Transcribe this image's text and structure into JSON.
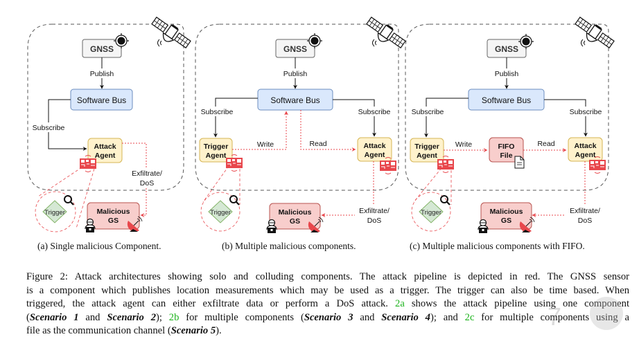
{
  "figure": {
    "panels": [
      {
        "id": "a",
        "gnss_label": "GNSS",
        "publish_label": "Publish",
        "bus_label": "Software Bus",
        "subscribe_left_label": "Subscribe",
        "attack_agent_label": [
          "Attack",
          "Agent"
        ],
        "exfil_label": [
          "Exfiltrate/",
          "DoS"
        ],
        "trigger_label": "Trigger",
        "gs_label": [
          "Malicious",
          "GS"
        ],
        "subcaption": "(a) Single malicious Component."
      },
      {
        "id": "b",
        "gnss_label": "GNSS",
        "publish_label": "Publish",
        "bus_label": "Software Bus",
        "subscribe_left_label": "Subscribe",
        "subscribe_right_label": "Subscribe",
        "trigger_agent_label": [
          "Trigger",
          "Agent"
        ],
        "attack_agent_label": [
          "Attack",
          "Agent"
        ],
        "write_label": "Write",
        "read_label": "Read",
        "exfil_label": [
          "Exfiltrate/",
          "DoS"
        ],
        "trigger_label": "Trigger",
        "gs_label": [
          "Malicious",
          "GS"
        ],
        "subcaption": "(b) Multiple malicious components."
      },
      {
        "id": "c",
        "gnss_label": "GNSS",
        "publish_label": "Publish",
        "bus_label": "Software Bus",
        "subscribe_left_label": "Subscribe",
        "subscribe_right_label": "Subscribe",
        "trigger_agent_label": [
          "Trigger",
          "Agent"
        ],
        "fifo_label": [
          "FIFO",
          "File"
        ],
        "attack_agent_label": [
          "Attack",
          "Agent"
        ],
        "write_label": "Write",
        "read_label": "Read",
        "exfil_label": [
          "Exfiltrate/",
          "DoS"
        ],
        "trigger_label": "Trigger",
        "gs_label": [
          "Malicious",
          "GS"
        ],
        "subcaption": "(c) Multiple malicious components with FIFO."
      }
    ],
    "colors": {
      "attack_red": "#e8474c",
      "gnss_fill": "#f5f5f5",
      "bus_fill": "#dae8fc",
      "bus_stroke": "#6c8ebf",
      "agent_fill": "#fff2cc",
      "agent_stroke": "#d6b656",
      "malicious_fill": "#f8cecc",
      "malicious_stroke": "#b85450",
      "trigger_fill": "#d5e8d4",
      "trigger_stroke": "#82b366",
      "ref_green": "#1db31d"
    }
  },
  "caption": {
    "lines": [
      [
        {
          "t": "Figure 2: Attack architectures showing solo and colluding components. The attack pipeline is depicted in red. The GNSS sensor"
        }
      ],
      [
        {
          "t": "is a component which publishes location measurements which may be used as a trigger. The trigger can also be time based. When"
        }
      ],
      [
        {
          "t": "triggered, the attack agent can either exfiltrate data or perform a DoS attack. "
        },
        {
          "t": "2a",
          "ref": true
        },
        {
          "t": " shows the attack pipeline using one component"
        }
      ],
      [
        {
          "t": "("
        },
        {
          "t": "Scenario 1",
          "em": true
        },
        {
          "t": " and "
        },
        {
          "t": "Scenario 2",
          "em": true
        },
        {
          "t": "); "
        },
        {
          "t": "2b",
          "ref": true
        },
        {
          "t": " for multiple components ("
        },
        {
          "t": "Scenario 3",
          "em": true
        },
        {
          "t": " and "
        },
        {
          "t": "Scenario 4",
          "em": true
        },
        {
          "t": "); and "
        },
        {
          "t": "2c",
          "ref": true
        },
        {
          "t": " for multiple components using a"
        }
      ],
      [
        {
          "t": "file as the communication channel ("
        },
        {
          "t": "Scenario 5",
          "em": true
        },
        {
          "t": ")."
        }
      ]
    ]
  }
}
